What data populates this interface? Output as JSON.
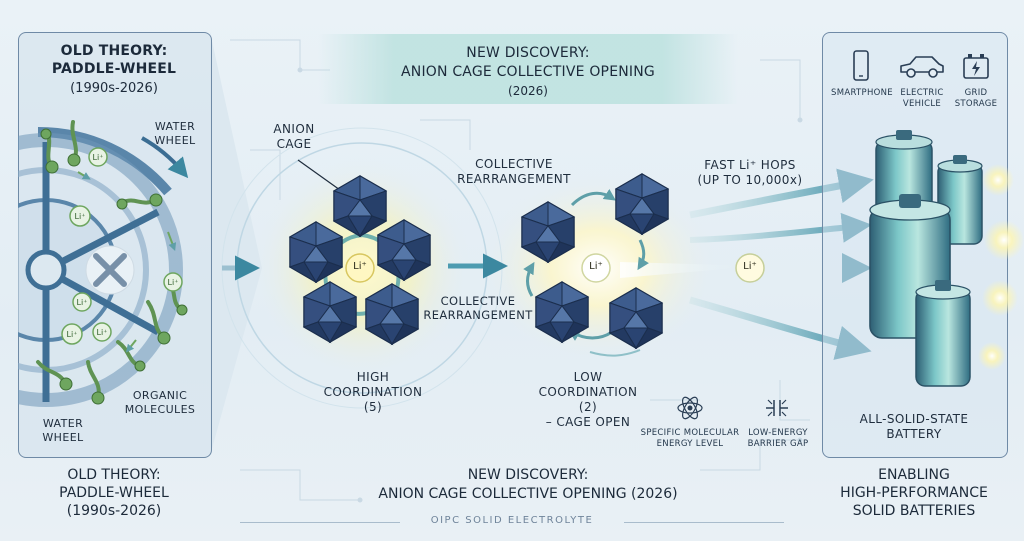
{
  "old_theory": {
    "title_line1": "OLD THEORY:",
    "title_line2": "PADDLE-WHEEL",
    "years": "(1990s-2026)",
    "water_wheel_top": [
      "WATER",
      "WHEEL"
    ],
    "water_wheel_bottom": [
      "WATER",
      "WHEEL"
    ],
    "organic_molecules": [
      "ORGANIC",
      "MOLECULES"
    ],
    "ion_label": "Li⁺"
  },
  "new_discovery": {
    "title_line1": "NEW DISCOVERY:",
    "title_line2": "ANION CAGE COLLECTIVE OPENING",
    "years": "(2026)",
    "anion_cage": [
      "ANION",
      "CAGE"
    ],
    "collective_rearrangement_top": [
      "COLLECTIVE",
      "REARRANGEMENT"
    ],
    "collective_rearrangement_mid": [
      "COLLECTIVE",
      "REARRANGEMENT"
    ],
    "high_coordination": [
      "HIGH",
      "COORDINATION (5)"
    ],
    "low_coordination": [
      "LOW",
      "COORDINATION (2)",
      "– CAGE OPEN"
    ],
    "fast_hops": [
      "FAST Li⁺ HOPS",
      "(UP TO 10,000x)"
    ],
    "energy_level": [
      "SPECIFIC MOLECULAR",
      "ENERGY LEVEL"
    ],
    "barrier_gap": [
      "LOW-ENERGY",
      "BARRIER GAP"
    ],
    "ion_label": "Li⁺"
  },
  "applications": {
    "smartphone": "SMARTPHONE",
    "electric_vehicle": [
      "ELECTRIC",
      "VEHICLE"
    ],
    "grid_storage": [
      "GRID",
      "STORAGE"
    ],
    "battery_label": [
      "ALL-SOLID-STATE",
      "BATTERY"
    ]
  },
  "footer": {
    "old": [
      "OLD THEORY:",
      "PADDLE-WHEEL",
      "(1990s-2026)"
    ],
    "new": [
      "NEW DISCOVERY:",
      "ANION CAGE COLLECTIVE OPENING (2026)"
    ],
    "enabling": [
      "ENABLING",
      "HIGH-PERFORMANCE",
      "SOLID BATTERIES"
    ],
    "caption": "OIPC SOLID ELECTROLYTE"
  },
  "colors": {
    "cage": "#2e4a78",
    "wheel": "#4f7aa0",
    "molecule": "#6a9e5c",
    "teal": "#4aa6a6",
    "glow": "#fff6b8"
  }
}
